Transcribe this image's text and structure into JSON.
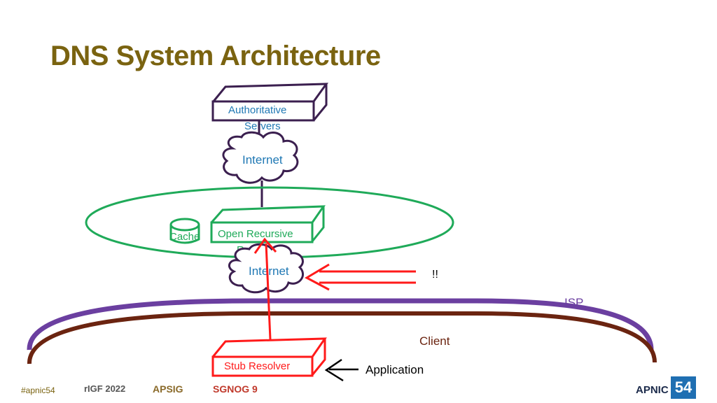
{
  "title": "DNS System Architecture",
  "labels": {
    "authoritative": "Authoritative\nServers",
    "internet_top": "Internet",
    "cache": "Cache",
    "open_resolver": "Open Recursive\nResolver",
    "internet_bottom": "Internet",
    "exclaim": "!!",
    "isp": "ISP",
    "client": "Client",
    "stub_resolver": "Stub Resolver",
    "application": "Application"
  },
  "footer": {
    "hashtag": "#apnic54",
    "logos": [
      "rIGF 2022",
      "APSIG",
      "SGNOG 9"
    ],
    "brand": "APNIC",
    "brand_number": "54"
  },
  "colors": {
    "title": "#7a6310",
    "purple": "#3b1f4f",
    "green": "#1faa59",
    "red": "#ff1a1a",
    "blue_text": "#1f78b4",
    "isp_arc": "#6b3fa0",
    "client_arc": "#6b2410"
  }
}
